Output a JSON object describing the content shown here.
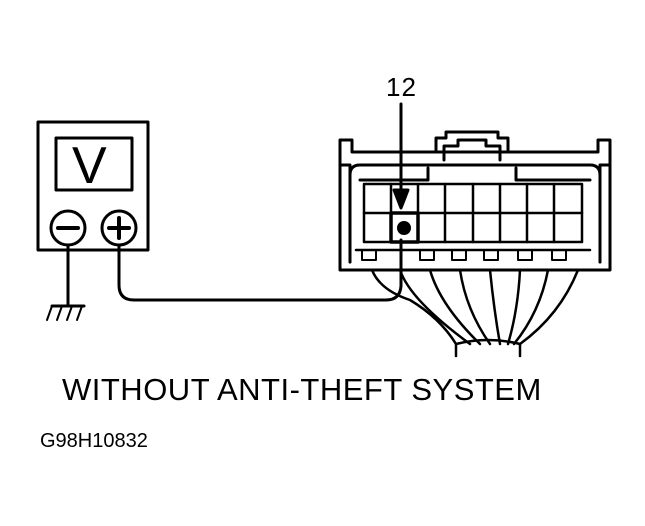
{
  "pin_number": "12",
  "meter": {
    "letter": "V",
    "negative_symbol": "−",
    "positive_symbol": "+"
  },
  "caption": "WITHOUT ANTI-THEFT SYSTEM",
  "figure_id": "G98H10832",
  "colors": {
    "line": "#000000",
    "background": "#ffffff"
  }
}
